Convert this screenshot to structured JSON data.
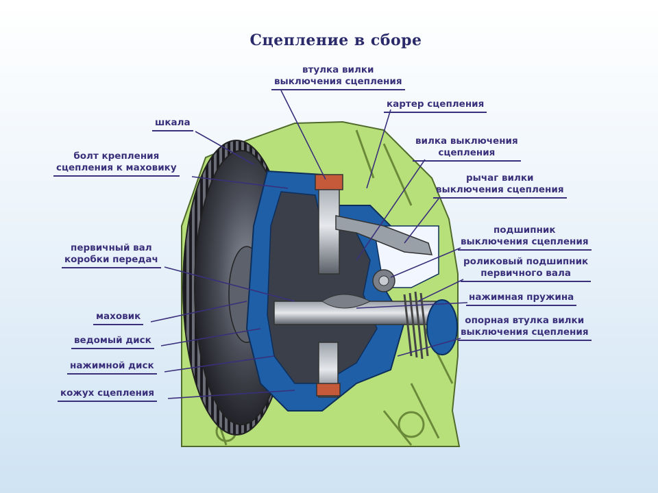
{
  "title": "Сцепление в сборе",
  "labels": {
    "vtulka_vilki": [
      "втулка вилки",
      "выключения сцепления"
    ],
    "karter": [
      "картер сцепления"
    ],
    "shkala": [
      "шкала"
    ],
    "bolt": [
      "болт крепления",
      "сцепления к маховику"
    ],
    "vilka": [
      "вилка выключения",
      "сцепления"
    ],
    "rychag": [
      "рычаг вилки",
      "выключения сцепления"
    ],
    "podshipnik_vykl": [
      "подшипник",
      "выключения сцепления"
    ],
    "pervichny_val": [
      "первичный вал",
      "коробки передач"
    ],
    "rolikovy": [
      "роликовый подшипник",
      "первичного вала"
    ],
    "nazhimnaya_pruzhina": [
      "нажимная пружина"
    ],
    "mahovik": [
      "маховик"
    ],
    "opornaya_vtulka": [
      "опорная втулка вилки",
      "выключения сцепления"
    ],
    "vedomy_disk": [
      "ведомый диск"
    ],
    "nazhimnoy_disk": [
      "нажимной диск"
    ],
    "kozhuh": [
      "кожух сцепления"
    ]
  },
  "colors": {
    "housing": "#b8e07a",
    "section_blue": "#1f5fa8",
    "flywheel": "#2f2f38",
    "label_text": "#3a2f7a"
  }
}
